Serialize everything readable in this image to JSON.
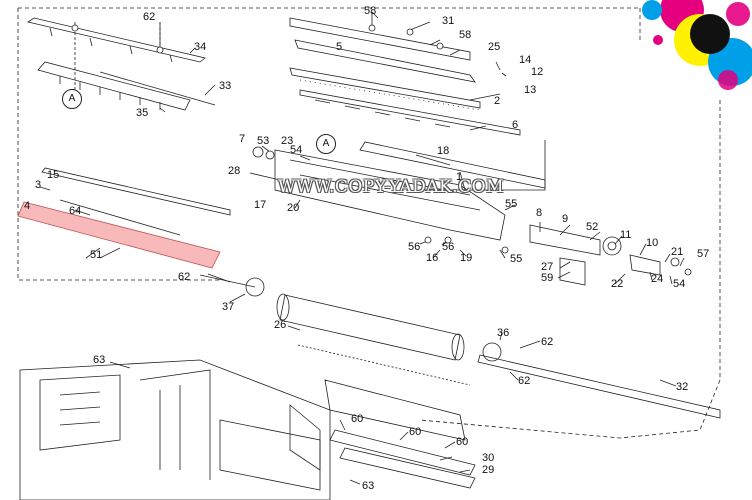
{
  "watermark": "WWW.COPY-YADAK.COM",
  "section_ref": "A",
  "highlight_color": "#f08080",
  "logo": {
    "colors": [
      "#00a0e9",
      "#e4007f",
      "#fff100",
      "#111111",
      "#ffffff"
    ]
  },
  "callouts": {
    "c62a": "62",
    "c34": "34",
    "c33": "33",
    "c35": "35",
    "c58a": "58",
    "c31": "31",
    "c58b": "58",
    "c25": "25",
    "c5": "5",
    "c14": "14",
    "c12": "12",
    "c13": "13",
    "c2": "2",
    "c6": "6",
    "c7": "7",
    "c53": "53",
    "c23": "23",
    "c54a": "54",
    "c28": "28",
    "c18": "18",
    "c1": "1",
    "c15": "15",
    "c3": "3",
    "c4": "4",
    "c64": "64",
    "c17": "17",
    "c20": "20",
    "c55a": "55",
    "c8": "8",
    "c9": "9",
    "c52": "52",
    "c51": "51",
    "c56a": "56",
    "c56b": "56",
    "c16": "16",
    "c19": "19",
    "c55b": "55",
    "c11": "11",
    "c10": "10",
    "c21": "21",
    "c57": "57",
    "c27": "27",
    "c59": "59",
    "c22": "22",
    "c24": "24",
    "c54b": "54",
    "c62b": "62",
    "c37": "37",
    "c26": "26",
    "c36": "36",
    "c62c": "62",
    "c62d": "62",
    "c32": "32",
    "c63a": "63",
    "c60a": "60",
    "c60b": "60",
    "c60c": "60",
    "c30": "30",
    "c29": "29",
    "c63b": "63"
  }
}
